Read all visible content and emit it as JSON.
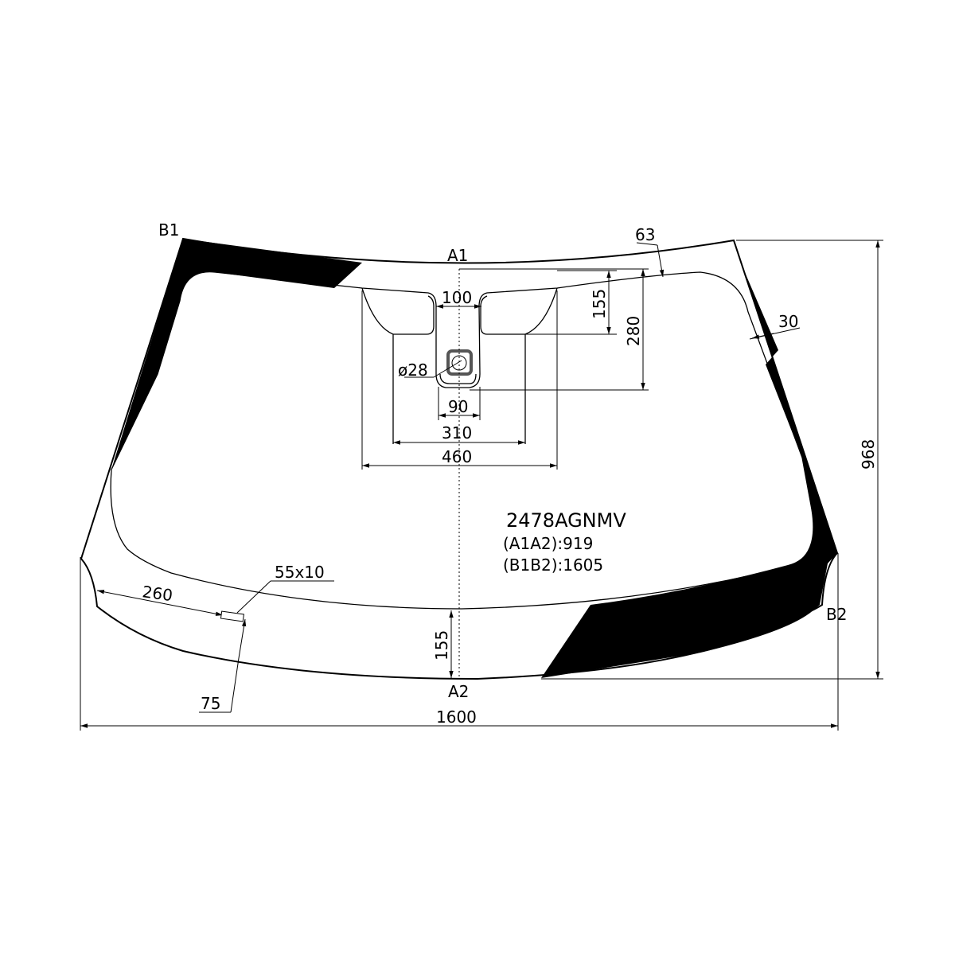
{
  "points": {
    "b1": "B1",
    "a1": "A1",
    "a2": "A2",
    "b2": "B2"
  },
  "dimensions": {
    "top_band": "63",
    "side_band": "30",
    "sensor_neck_width": "100",
    "sensor_neck_depth": "155",
    "sensor_total_depth": "280",
    "sensor_diameter": "ø28",
    "sensor_bottom_width": "90",
    "sensor_inner_width": "310",
    "sensor_outer_width": "460",
    "overall_height": "968",
    "overall_width": "1600",
    "bottom_band": "155",
    "mark_offset": "260",
    "mark_size": "55x10",
    "mark_bottom_offset": "75"
  },
  "part": {
    "code": "2478AGNMV",
    "a1a2": "(A1A2):919",
    "b1b2": "(B1B2):1605"
  }
}
